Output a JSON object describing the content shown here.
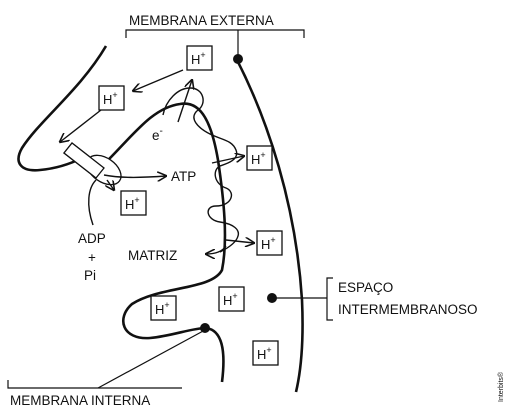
{
  "labels": {
    "outer_membrane": "MEMBRANA EXTERNA",
    "inner_membrane": "MEMBRANA INTERNA",
    "intermembrane_space_line1": "ESPAÇO",
    "intermembrane_space_line2": "INTERMEMBRANOSO",
    "matrix": "MATRIZ",
    "atp": "ATP",
    "adp": "ADP",
    "plus": "+",
    "pi": "Pi",
    "electron": "e",
    "electron_sup": "-",
    "proton": "H",
    "proton_sup": "+",
    "credit": "Interbits®"
  },
  "colors": {
    "line": "#111111",
    "background": "#ffffff"
  }
}
